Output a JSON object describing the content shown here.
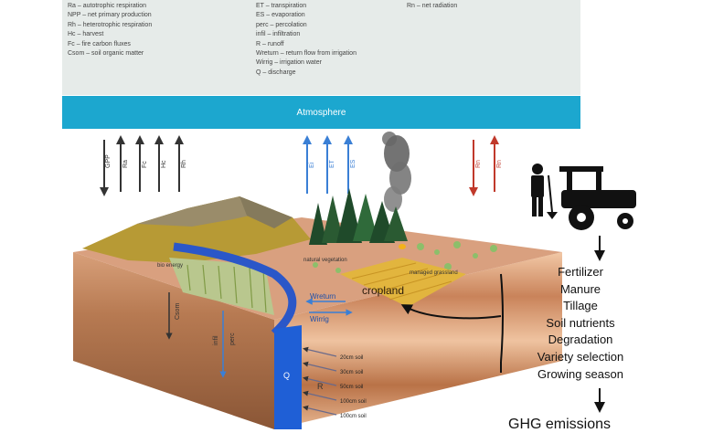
{
  "legend": {
    "col1": [
      "Ra – autotrophic respiration",
      "NPP – net primary production",
      "Rh – heterotrophic respiration",
      "Hc – harvest",
      "Fc – fire carbon fluxes",
      "Csom – soil organic matter"
    ],
    "col2": [
      "ET – transpiration",
      "ES – evaporation",
      "perc – percolation",
      "infil – infiltration",
      "R – runoff",
      "Wreturn – return flow from irrigation",
      "Wirrig – irrigation water",
      "Q – discharge"
    ],
    "col3": [
      "Rn – net radiation"
    ]
  },
  "atmosphere_label": "Atmosphere",
  "flux_labels": {
    "carbon": [
      "GPP",
      "Ra",
      "Fc",
      "Hc",
      "Rh"
    ],
    "water": [
      "Ei",
      "ET",
      "ES"
    ],
    "energy": [
      "Rn",
      "Rn"
    ]
  },
  "scene_labels": {
    "bioenergy": "bio energy",
    "natural_vegetation": "natural vegetation",
    "managed_grassland": "managed grassland",
    "cropland": "cropland",
    "wreturn": "Wreturn",
    "wirrig": "Wirrig",
    "csom": "Csom",
    "infil": "infil",
    "perc": "perc",
    "q": "Q",
    "r": "R",
    "soil_layers": [
      "20cm soil",
      "30cm soil",
      "50cm soil",
      "100cm soil",
      "100cm soil"
    ]
  },
  "management": [
    "Fertilizer",
    "Manure",
    "Tillage",
    "Soil nutrients",
    "Degradation",
    "Variety selection",
    "Growing season"
  ],
  "ghg_label": "GHG emissions",
  "colors": {
    "legend_bg": "#e6ebe9",
    "atmosphere": "#1ca7cf",
    "carbon_arrow": "#333333",
    "water_arrow": "#3a7fd5",
    "energy_arrow": "#c0392b",
    "river": "#2b57c8",
    "cropland": "#e2b53e"
  },
  "icons": [
    "farmer-icon",
    "tractor-icon"
  ]
}
